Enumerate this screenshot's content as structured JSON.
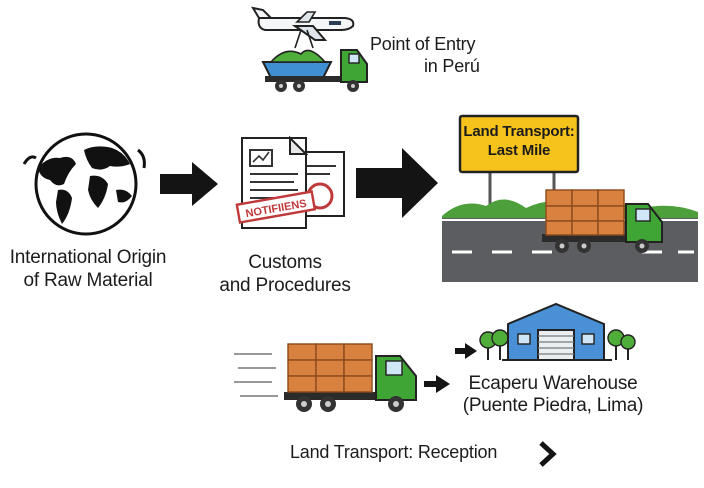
{
  "entry": {
    "line1": "Point of Entry",
    "line2": "in Perú"
  },
  "origin": {
    "line1": "International Origin",
    "line2": "of Raw Material"
  },
  "customs": {
    "line1": "Customs",
    "line2": "and Procedures",
    "stamp": "NOTIFIIENS"
  },
  "last_mile": {
    "sign_line1": "Land Transport:",
    "sign_line2": "Last Mile"
  },
  "warehouse": {
    "line1": "Ecaperu Warehouse",
    "line2": "(Puente Piedra, Lima)"
  },
  "reception": {
    "label": "Land Transport: Reception"
  },
  "colors": {
    "truck_green": "#3fa535",
    "crate_orange": "#d9823f",
    "sign_yellow": "#f6c31c",
    "warehouse_blue": "#4a90d6"
  },
  "icons": [
    "airplane-icon",
    "boat-icon",
    "truck-icon",
    "globe-icon",
    "document-icon",
    "warehouse-icon",
    "arrow-icon",
    "chevron-right-icon"
  ]
}
